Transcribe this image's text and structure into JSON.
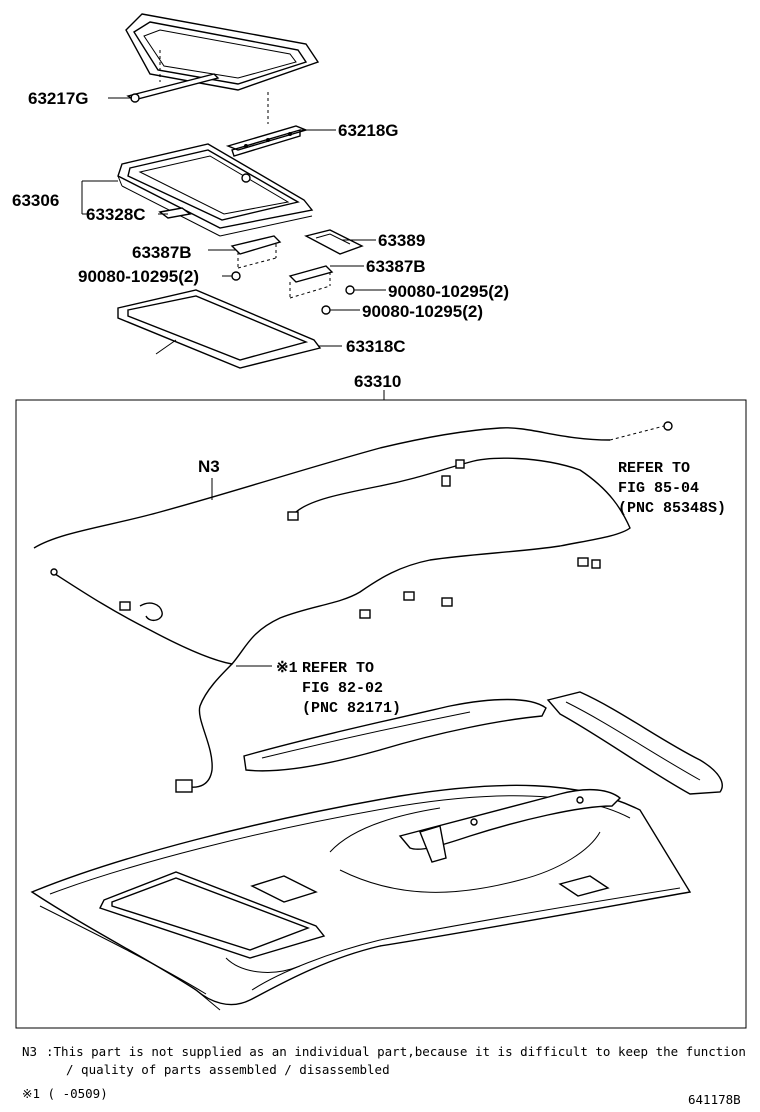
{
  "parts": {
    "p63217G": "63217G",
    "p63218G": "63218G",
    "p63306": "63306",
    "p63328C": "63328C",
    "p63387B_left": "63387B",
    "p63389": "63389",
    "p63387B_right": "63387B",
    "screw_left": "90080-10295(2)",
    "screw_right_upper": "90080-10295(2)",
    "screw_right_lower": "90080-10295(2)",
    "p63318C": "63318C",
    "p63310": "63310",
    "n3": "N3"
  },
  "references": {
    "ref1": {
      "line1": "REFER TO",
      "line2": "FIG 85-04",
      "line3": "(PNC 85348S)"
    },
    "ref2": {
      "marker": "※1",
      "line1": "REFER TO",
      "line2": "FIG 82-02",
      "line3": "(PNC 82171)"
    }
  },
  "notes": {
    "n3_label": "N3",
    "n3_text": ":This part is not supplied as an individual part,because it is difficult to keep the function",
    "n3_text2": "/ quality of parts assembled / disassembled",
    "footnote": "※1 (    -0509)",
    "code": "641178B"
  }
}
